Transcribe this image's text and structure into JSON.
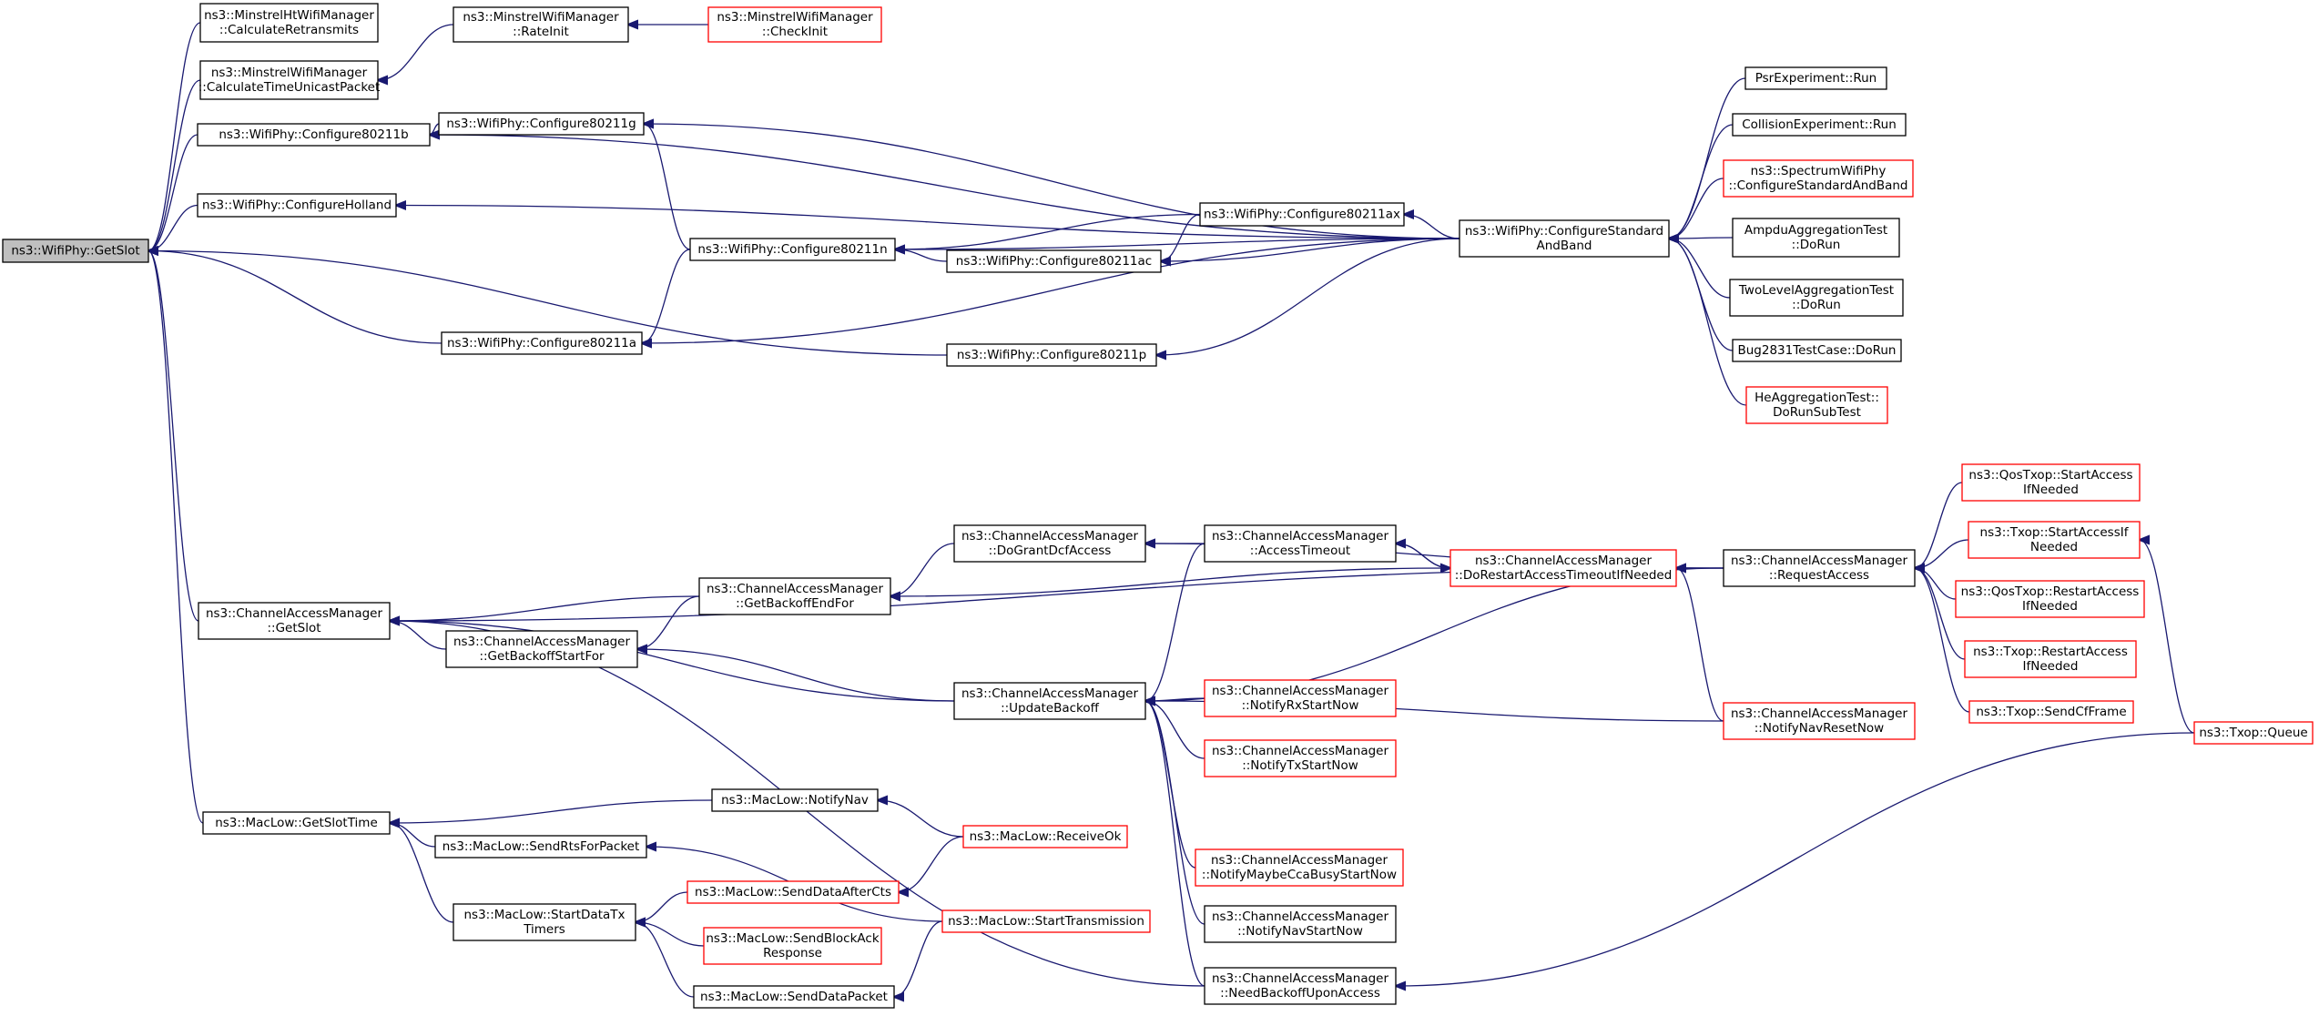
{
  "diagram": {
    "type": "call-graph",
    "colors": {
      "edge": "#191970",
      "node_border": "#000000",
      "truncated_border": "#ff0000",
      "root_fill": "#bfbfbf"
    },
    "nodes": [
      {
        "id": "getslot",
        "lines": [
          "ns3::WifiPhy::GetSlot"
        ],
        "style": "root"
      },
      {
        "id": "minstrelht",
        "lines": [
          "ns3::MinstrelHtWifiManager",
          "::CalculateRetransmits"
        ],
        "style": "normal"
      },
      {
        "id": "minstrelcalc",
        "lines": [
          "ns3::MinstrelWifiManager",
          "::CalculateTimeUnicastPacket"
        ],
        "style": "normal"
      },
      {
        "id": "rateinit",
        "lines": [
          "ns3::MinstrelWifiManager",
          "::RateInit"
        ],
        "style": "normal"
      },
      {
        "id": "checkinit",
        "lines": [
          "ns3::MinstrelWifiManager",
          "::CheckInit"
        ],
        "style": "red"
      },
      {
        "id": "c80211b",
        "lines": [
          "ns3::WifiPhy::Configure80211b"
        ],
        "style": "normal"
      },
      {
        "id": "c80211g",
        "lines": [
          "ns3::WifiPhy::Configure80211g"
        ],
        "style": "normal"
      },
      {
        "id": "holland",
        "lines": [
          "ns3::WifiPhy::ConfigureHolland"
        ],
        "style": "normal"
      },
      {
        "id": "c80211n",
        "lines": [
          "ns3::WifiPhy::Configure80211n"
        ],
        "style": "normal"
      },
      {
        "id": "c80211ax",
        "lines": [
          "ns3::WifiPhy::Configure80211ax"
        ],
        "style": "normal"
      },
      {
        "id": "c80211ac",
        "lines": [
          "ns3::WifiPhy::Configure80211ac"
        ],
        "style": "normal"
      },
      {
        "id": "c80211a",
        "lines": [
          "ns3::WifiPhy::Configure80211a"
        ],
        "style": "normal"
      },
      {
        "id": "c80211p",
        "lines": [
          "ns3::WifiPhy::Configure80211p"
        ],
        "style": "normal"
      },
      {
        "id": "csab",
        "lines": [
          "ns3::WifiPhy::ConfigureStandard",
          "AndBand"
        ],
        "style": "normal"
      },
      {
        "id": "psr",
        "lines": [
          "PsrExperiment::Run"
        ],
        "style": "normal"
      },
      {
        "id": "collision",
        "lines": [
          "CollisionExperiment::Run"
        ],
        "style": "normal"
      },
      {
        "id": "spectrum",
        "lines": [
          "ns3::SpectrumWifiPhy",
          "::ConfigureStandardAndBand"
        ],
        "style": "red"
      },
      {
        "id": "ampdu",
        "lines": [
          "AmpduAggregationTest",
          "::DoRun"
        ],
        "style": "normal"
      },
      {
        "id": "twolevel",
        "lines": [
          "TwoLevelAggregationTest",
          "::DoRun"
        ],
        "style": "normal"
      },
      {
        "id": "bug2831",
        "lines": [
          "Bug2831TestCase::DoRun"
        ],
        "style": "normal"
      },
      {
        "id": "heagg",
        "lines": [
          "HeAggregationTest::",
          "DoRunSubTest"
        ],
        "style": "red"
      },
      {
        "id": "cam_getslot",
        "lines": [
          "ns3::ChannelAccessManager",
          "::GetSlot"
        ],
        "style": "normal"
      },
      {
        "id": "getbackoffstart",
        "lines": [
          "ns3::ChannelAccessManager",
          "::GetBackoffStartFor"
        ],
        "style": "normal"
      },
      {
        "id": "getbackoffend",
        "lines": [
          "ns3::ChannelAccessManager",
          "::GetBackoffEndFor"
        ],
        "style": "normal"
      },
      {
        "id": "dogrant",
        "lines": [
          "ns3::ChannelAccessManager",
          "::DoGrantDcfAccess"
        ],
        "style": "normal"
      },
      {
        "id": "accesstimeout",
        "lines": [
          "ns3::ChannelAccessManager",
          "::AccessTimeout"
        ],
        "style": "normal"
      },
      {
        "id": "dorestart",
        "lines": [
          "ns3::ChannelAccessManager",
          "::DoRestartAccessTimeoutIfNeeded"
        ],
        "style": "red"
      },
      {
        "id": "requestaccess",
        "lines": [
          "ns3::ChannelAccessManager",
          "::RequestAccess"
        ],
        "style": "normal"
      },
      {
        "id": "updatebackoff",
        "lines": [
          "ns3::ChannelAccessManager",
          "::UpdateBackoff"
        ],
        "style": "normal"
      },
      {
        "id": "notifyrx",
        "lines": [
          "ns3::ChannelAccessManager",
          "::NotifyRxStartNow"
        ],
        "style": "red"
      },
      {
        "id": "notifytx",
        "lines": [
          "ns3::ChannelAccessManager",
          "::NotifyTxStartNow"
        ],
        "style": "red"
      },
      {
        "id": "notifycca",
        "lines": [
          "ns3::ChannelAccessManager",
          "::NotifyMaybeCcaBusyStartNow"
        ],
        "style": "red"
      },
      {
        "id": "notifynav",
        "lines": [
          "ns3::ChannelAccessManager",
          "::NotifyNavStartNow"
        ],
        "style": "normal"
      },
      {
        "id": "needbackoff",
        "lines": [
          "ns3::ChannelAccessManager",
          "::NeedBackoffUponAccess"
        ],
        "style": "normal"
      },
      {
        "id": "notifynavreset",
        "lines": [
          "ns3::ChannelAccessManager",
          "::NotifyNavResetNow"
        ],
        "style": "red"
      },
      {
        "id": "qos_start",
        "lines": [
          "ns3::QosTxop::StartAccess",
          "IfNeeded"
        ],
        "style": "red"
      },
      {
        "id": "txop_start",
        "lines": [
          "ns3::Txop::StartAccessIf",
          "Needed"
        ],
        "style": "red"
      },
      {
        "id": "qos_restart",
        "lines": [
          "ns3::QosTxop::RestartAccess",
          "IfNeeded"
        ],
        "style": "red"
      },
      {
        "id": "txop_restart",
        "lines": [
          "ns3::Txop::RestartAccess",
          "IfNeeded"
        ],
        "style": "red"
      },
      {
        "id": "txop_sendcf",
        "lines": [
          "ns3::Txop::SendCfFrame"
        ],
        "style": "red"
      },
      {
        "id": "txop_queue",
        "lines": [
          "ns3::Txop::Queue"
        ],
        "style": "red"
      },
      {
        "id": "getslottime",
        "lines": [
          "ns3::MacLow::GetSlotTime"
        ],
        "style": "normal"
      },
      {
        "id": "notifynav_mac",
        "lines": [
          "ns3::MacLow::NotifyNav"
        ],
        "style": "normal"
      },
      {
        "id": "sendrts",
        "lines": [
          "ns3::MacLow::SendRtsForPacket"
        ],
        "style": "normal"
      },
      {
        "id": "receiveok",
        "lines": [
          "ns3::MacLow::ReceiveOk"
        ],
        "style": "red"
      },
      {
        "id": "startdatatx",
        "lines": [
          "ns3::MacLow::StartDataTx",
          "Timers"
        ],
        "style": "normal"
      },
      {
        "id": "senddataaftercts",
        "lines": [
          "ns3::MacLow::SendDataAfterCts"
        ],
        "style": "red"
      },
      {
        "id": "sendblockack",
        "lines": [
          "ns3::MacLow::SendBlockAck",
          "Response"
        ],
        "style": "red"
      },
      {
        "id": "starttx",
        "lines": [
          "ns3::MacLow::StartTransmission"
        ],
        "style": "red"
      },
      {
        "id": "senddatapacket",
        "lines": [
          "ns3::MacLow::SendDataPacket"
        ],
        "style": "normal"
      }
    ],
    "edges": [
      [
        "getslot",
        "minstrelht"
      ],
      [
        "getslot",
        "minstrelcalc"
      ],
      [
        "minstrelcalc",
        "rateinit"
      ],
      [
        "rateinit",
        "checkinit"
      ],
      [
        "getslot",
        "c80211b"
      ],
      [
        "getslot",
        "holland"
      ],
      [
        "getslot",
        "c80211a"
      ],
      [
        "getslot",
        "c80211p"
      ],
      [
        "getslot",
        "cam_getslot"
      ],
      [
        "getslot",
        "getslottime"
      ],
      [
        "c80211b",
        "c80211g"
      ],
      [
        "c80211b",
        "csab"
      ],
      [
        "c80211g",
        "c80211n"
      ],
      [
        "c80211g",
        "csab"
      ],
      [
        "holland",
        "csab"
      ],
      [
        "c80211a",
        "c80211n"
      ],
      [
        "c80211a",
        "csab"
      ],
      [
        "c80211p",
        "csab"
      ],
      [
        "c80211n",
        "c80211ax"
      ],
      [
        "c80211n",
        "c80211ac"
      ],
      [
        "c80211n",
        "csab"
      ],
      [
        "c80211ac",
        "c80211ax"
      ],
      [
        "c80211ac",
        "csab"
      ],
      [
        "c80211ax",
        "csab"
      ],
      [
        "csab",
        "psr"
      ],
      [
        "csab",
        "collision"
      ],
      [
        "csab",
        "spectrum"
      ],
      [
        "csab",
        "ampdu"
      ],
      [
        "csab",
        "twolevel"
      ],
      [
        "csab",
        "bug2831"
      ],
      [
        "csab",
        "heagg"
      ],
      [
        "cam_getslot",
        "getbackoffstart"
      ],
      [
        "cam_getslot",
        "getbackoffend"
      ],
      [
        "cam_getslot",
        "updatebackoff"
      ],
      [
        "cam_getslot",
        "requestaccess"
      ],
      [
        "cam_getslot",
        "needbackoff"
      ],
      [
        "getbackoffstart",
        "getbackoffend"
      ],
      [
        "getbackoffstart",
        "updatebackoff"
      ],
      [
        "getbackoffend",
        "dogrant"
      ],
      [
        "getbackoffend",
        "dorestart"
      ],
      [
        "dogrant",
        "accesstimeout"
      ],
      [
        "dogrant",
        "requestaccess"
      ],
      [
        "accesstimeout",
        "dorestart"
      ],
      [
        "dorestart",
        "accesstimeout"
      ],
      [
        "dorestart",
        "requestaccess"
      ],
      [
        "dorestart",
        "notifynavreset"
      ],
      [
        "updatebackoff",
        "accesstimeout"
      ],
      [
        "updatebackoff",
        "requestaccess"
      ],
      [
        "updatebackoff",
        "notifyrx"
      ],
      [
        "updatebackoff",
        "notifytx"
      ],
      [
        "updatebackoff",
        "notifycca"
      ],
      [
        "updatebackoff",
        "notifynav"
      ],
      [
        "updatebackoff",
        "needbackoff"
      ],
      [
        "updatebackoff",
        "notifynavreset"
      ],
      [
        "requestaccess",
        "qos_start"
      ],
      [
        "requestaccess",
        "txop_start"
      ],
      [
        "requestaccess",
        "qos_restart"
      ],
      [
        "requestaccess",
        "txop_restart"
      ],
      [
        "requestaccess",
        "txop_sendcf"
      ],
      [
        "txop_start",
        "txop_queue"
      ],
      [
        "needbackoff",
        "txop_queue"
      ],
      [
        "getslottime",
        "notifynav_mac"
      ],
      [
        "getslottime",
        "sendrts"
      ],
      [
        "getslottime",
        "startdatatx"
      ],
      [
        "notifynav_mac",
        "receiveok"
      ],
      [
        "sendrts",
        "starttx"
      ],
      [
        "startdatatx",
        "senddataaftercts"
      ],
      [
        "startdatatx",
        "sendblockack"
      ],
      [
        "startdatatx",
        "senddatapacket"
      ],
      [
        "senddataaftercts",
        "receiveok"
      ],
      [
        "senddatapacket",
        "starttx"
      ]
    ]
  }
}
